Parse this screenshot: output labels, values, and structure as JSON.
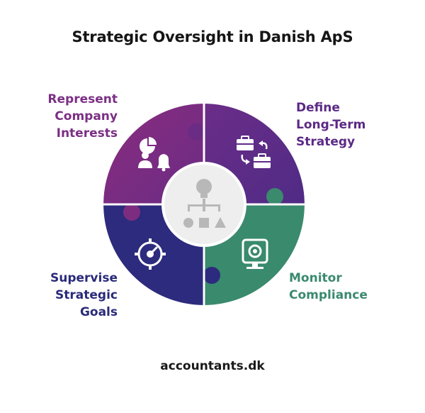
{
  "title": "Strategic Oversight in Danish ApS",
  "segments": {
    "top_left": {
      "lines": [
        "Represent",
        "Company",
        "Interests"
      ],
      "icon": "chart-person-bell-icon",
      "color": "#7d2d80"
    },
    "top_right": {
      "lines": [
        "Define",
        "Long-Term",
        "Strategy"
      ],
      "icon": "briefcase-swap-icon",
      "color": "#5e2a88"
    },
    "bottom_left": {
      "lines": [
        "Supervise",
        "Strategic",
        "Goals"
      ],
      "icon": "compass-gauge-icon",
      "color": "#2c2b7d"
    },
    "bottom_right": {
      "lines": [
        "Monitor",
        "Compliance"
      ],
      "icon": "monitor-camera-icon",
      "color": "#3a8a6e"
    }
  },
  "center": {
    "icon": "lightbulb-hierarchy-icon"
  },
  "footer": "accountants.dk"
}
